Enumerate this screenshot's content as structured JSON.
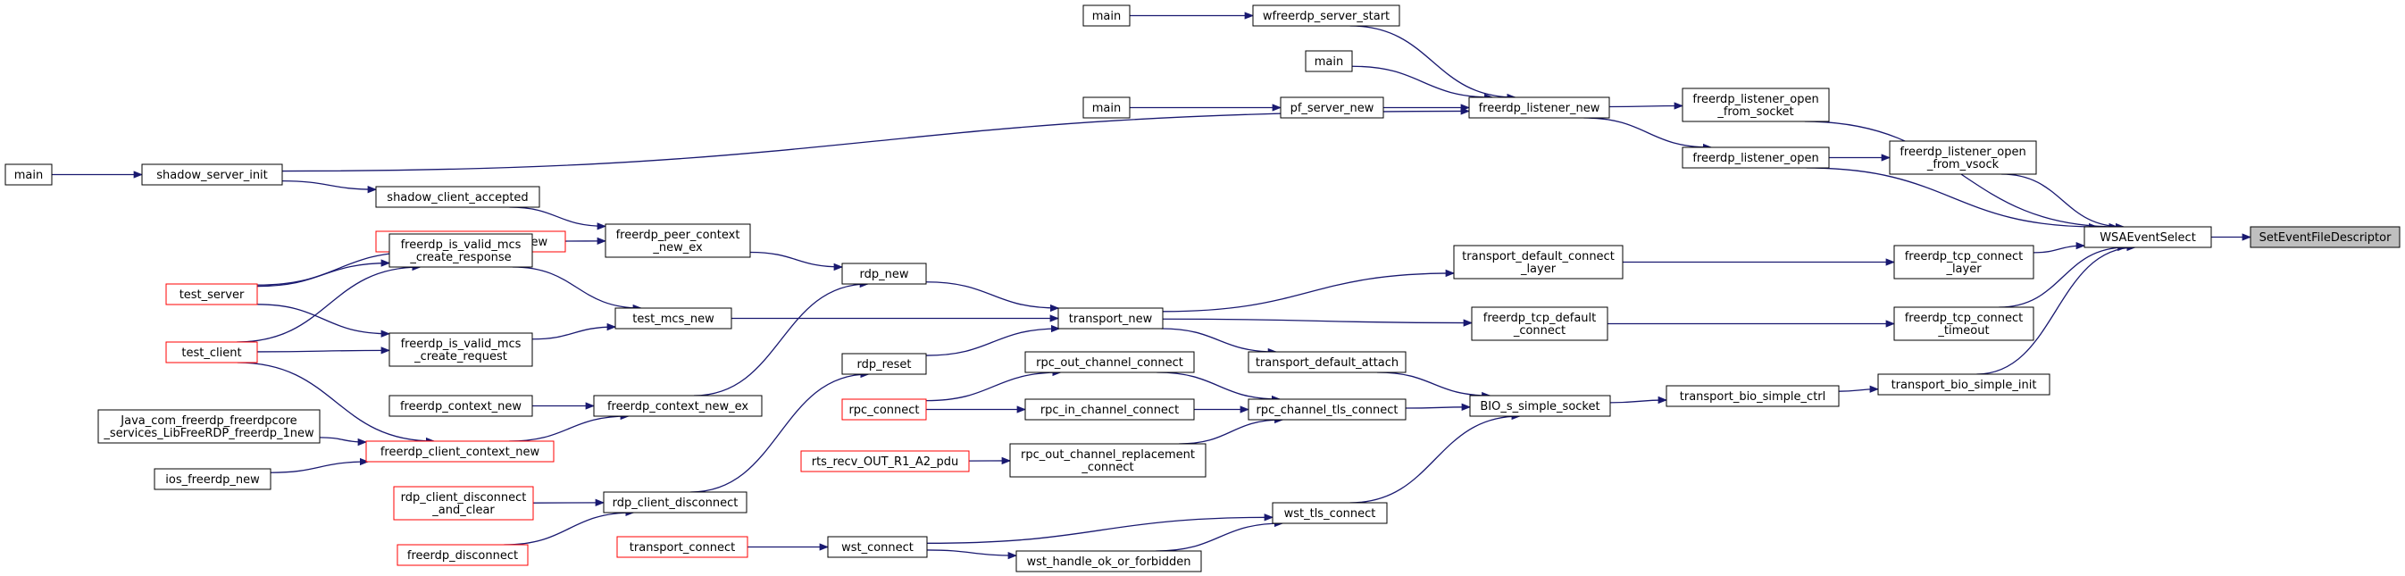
{
  "graph": {
    "style": {
      "edge_color": "#191970",
      "node_border": "#000000",
      "highlight_border": "#ff0000",
      "root_fill": "#bfbfbf"
    },
    "nodes": [
      {
        "id": "n_main1",
        "lines": [
          "main"
        ]
      },
      {
        "id": "n_wfreerdp_server_start",
        "lines": [
          "wfreerdp_server_start"
        ]
      },
      {
        "id": "n_main2",
        "lines": [
          "main"
        ]
      },
      {
        "id": "n_main3",
        "lines": [
          "main"
        ]
      },
      {
        "id": "n_pf_server_new",
        "lines": [
          "pf_server_new"
        ]
      },
      {
        "id": "n_freerdp_listener_new",
        "lines": [
          "freerdp_listener_new"
        ]
      },
      {
        "id": "n_freerdp_listener_open_from_socket",
        "lines": [
          "freerdp_listener_open",
          "_from_socket"
        ]
      },
      {
        "id": "n_main4",
        "lines": [
          "main"
        ]
      },
      {
        "id": "n_shadow_server_init",
        "lines": [
          "shadow_server_init"
        ]
      },
      {
        "id": "n_freerdp_listener_open",
        "lines": [
          "freerdp_listener_open"
        ]
      },
      {
        "id": "n_freerdp_listener_open_from_vsock",
        "lines": [
          "freerdp_listener_open",
          "_from_vsock"
        ]
      },
      {
        "id": "n_shadow_client_accepted",
        "lines": [
          "shadow_client_accepted"
        ]
      },
      {
        "id": "n_freerdp_peer_context_new",
        "lines": [
          "freerdp_peer_context_new"
        ],
        "red": true
      },
      {
        "id": "n_freerdp_peer_context_new_ex",
        "lines": [
          "freerdp_peer_context",
          "_new_ex"
        ]
      },
      {
        "id": "n_wsaeventselect",
        "lines": [
          "WSAEventSelect"
        ]
      },
      {
        "id": "n_seteventfiledescriptor",
        "lines": [
          "SetEventFileDescriptor"
        ],
        "root": true
      },
      {
        "id": "n_rdp_new",
        "lines": [
          "rdp_new"
        ]
      },
      {
        "id": "n_transport_default_connect_layer",
        "lines": [
          "transport_default_connect",
          "_layer"
        ]
      },
      {
        "id": "n_freerdp_tcp_connect_layer",
        "lines": [
          "freerdp_tcp_connect",
          "_layer"
        ]
      },
      {
        "id": "n_test_server",
        "lines": [
          "test_server"
        ],
        "red": true
      },
      {
        "id": "n_freerdp_is_valid_mcs_create_response",
        "lines": [
          "freerdp_is_valid_mcs",
          "_create_response"
        ]
      },
      {
        "id": "n_test_mcs_new",
        "lines": [
          "test_mcs_new"
        ]
      },
      {
        "id": "n_transport_new",
        "lines": [
          "transport_new"
        ]
      },
      {
        "id": "n_freerdp_tcp_default_connect",
        "lines": [
          "freerdp_tcp_default",
          "_connect"
        ]
      },
      {
        "id": "n_freerdp_tcp_connect_timeout",
        "lines": [
          "freerdp_tcp_connect",
          "_timeout"
        ]
      },
      {
        "id": "n_test_client",
        "lines": [
          "test_client"
        ],
        "red": true
      },
      {
        "id": "n_freerdp_is_valid_mcs_create_request",
        "lines": [
          "freerdp_is_valid_mcs",
          "_create_request"
        ]
      },
      {
        "id": "n_rdp_reset",
        "lines": [
          "rdp_reset"
        ]
      },
      {
        "id": "n_rpc_out_channel_connect",
        "lines": [
          "rpc_out_channel_connect"
        ]
      },
      {
        "id": "n_transport_default_attach",
        "lines": [
          "transport_default_attach"
        ]
      },
      {
        "id": "n_transport_bio_simple_init",
        "lines": [
          "transport_bio_simple_init"
        ]
      },
      {
        "id": "n_freerdp_context_new",
        "lines": [
          "freerdp_context_new"
        ]
      },
      {
        "id": "n_freerdp_context_new_ex",
        "lines": [
          "freerdp_context_new_ex"
        ]
      },
      {
        "id": "n_rpc_connect",
        "lines": [
          "rpc_connect"
        ],
        "red": true
      },
      {
        "id": "n_rpc_in_channel_connect",
        "lines": [
          "rpc_in_channel_connect"
        ]
      },
      {
        "id": "n_rpc_channel_tls_connect",
        "lines": [
          "rpc_channel_tls_connect"
        ]
      },
      {
        "id": "n_bio_s_simple_socket",
        "lines": [
          "BIO_s_simple_socket"
        ]
      },
      {
        "id": "n_transport_bio_simple_ctrl",
        "lines": [
          "transport_bio_simple_ctrl"
        ]
      },
      {
        "id": "n_java_com",
        "lines": [
          "Java_com_freerdp_freerdpcore",
          "_services_LibFreeRDP_freerdp_1new"
        ]
      },
      {
        "id": "n_freerdp_client_context_new",
        "lines": [
          "freerdp_client_context_new"
        ],
        "red": true
      },
      {
        "id": "n_rts_recv_out_r1_a2_pdu",
        "lines": [
          "rts_recv_OUT_R1_A2_pdu"
        ],
        "red": true
      },
      {
        "id": "n_rpc_out_channel_replacement_connect",
        "lines": [
          "rpc_out_channel_replacement",
          "_connect"
        ]
      },
      {
        "id": "n_ios_freerdp_new",
        "lines": [
          "ios_freerdp_new"
        ]
      },
      {
        "id": "n_rdp_client_disconnect_and_clear",
        "lines": [
          "rdp_client_disconnect",
          "_and_clear"
        ],
        "red": true
      },
      {
        "id": "n_rdp_client_disconnect",
        "lines": [
          "rdp_client_disconnect"
        ]
      },
      {
        "id": "n_wst_tls_connect",
        "lines": [
          "wst_tls_connect"
        ]
      },
      {
        "id": "n_freerdp_disconnect",
        "lines": [
          "freerdp_disconnect"
        ],
        "red": true
      },
      {
        "id": "n_transport_connect",
        "lines": [
          "transport_connect"
        ],
        "red": true
      },
      {
        "id": "n_wst_connect",
        "lines": [
          "wst_connect"
        ]
      },
      {
        "id": "n_wst_handle_ok_or_forbidden",
        "lines": [
          "wst_handle_ok_or_forbidden"
        ]
      }
    ]
  }
}
